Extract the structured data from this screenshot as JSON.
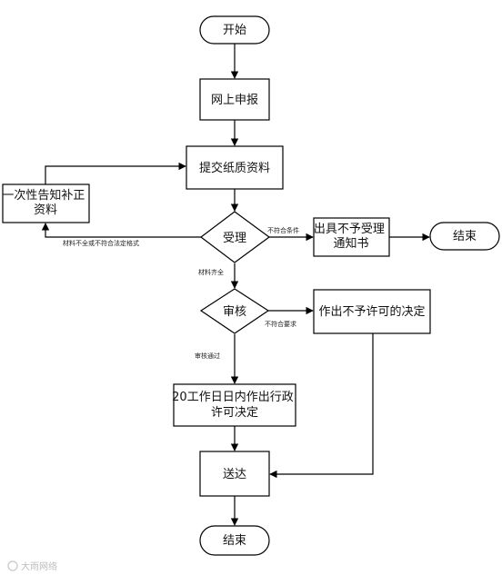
{
  "nodes": {
    "start": "开始",
    "online_apply": "网上申报",
    "submit_paper": [
      "提交纸质资料"
    ],
    "notify_once": [
      "一次性告知补正",
      "资料"
    ],
    "accept": "受理",
    "not_accept_notice": [
      "出具不予受理",
      "通知书"
    ],
    "end_right": "结束",
    "review": "审核",
    "not_permit": [
      "作出不予许可的决定"
    ],
    "decision_20": [
      "20工作日日内作出行政",
      "许可决定"
    ],
    "deliver": "送达",
    "end_bottom": "结束"
  },
  "edges": {
    "incomplete": "材料不全或不符合法定格式",
    "not_meet_conditions": "不符合条件",
    "complete": "材料齐全",
    "not_meet_requirements": "不符合要求",
    "review_passed": "审核通过"
  },
  "watermark": "大雨网络",
  "colors": {
    "line": "#000000",
    "box_border": "#000000",
    "background": "#ffffff"
  }
}
